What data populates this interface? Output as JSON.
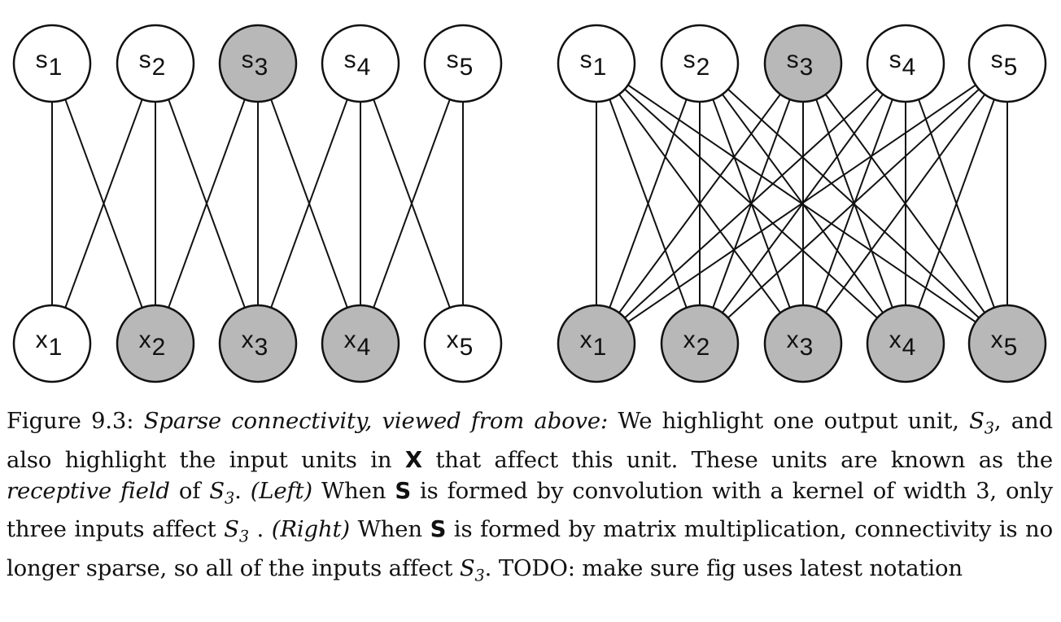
{
  "panels": [
    {
      "id": "left",
      "outputs": [
        "s",
        "s",
        "s",
        "s",
        "s"
      ],
      "inputs": [
        "x",
        "x",
        "x",
        "x",
        "x"
      ],
      "subscripts": [
        "1",
        "2",
        "3",
        "4",
        "5"
      ],
      "highlighted_outputs": [
        3
      ],
      "highlighted_inputs": [
        2,
        3,
        4
      ],
      "edges": [
        [
          1,
          1
        ],
        [
          1,
          2
        ],
        [
          2,
          1
        ],
        [
          2,
          2
        ],
        [
          2,
          3
        ],
        [
          3,
          2
        ],
        [
          3,
          3
        ],
        [
          3,
          4
        ],
        [
          4,
          3
        ],
        [
          4,
          4
        ],
        [
          4,
          5
        ],
        [
          5,
          4
        ],
        [
          5,
          5
        ]
      ]
    },
    {
      "id": "right",
      "outputs": [
        "s",
        "s",
        "s",
        "s",
        "s"
      ],
      "inputs": [
        "x",
        "x",
        "x",
        "x",
        "x"
      ],
      "subscripts": [
        "1",
        "2",
        "3",
        "4",
        "5"
      ],
      "highlighted_outputs": [
        3
      ],
      "highlighted_inputs": [
        1,
        2,
        3,
        4,
        5
      ],
      "edges": "all"
    }
  ],
  "colors": {
    "highlight_fill": "#b8b8b8",
    "plain_fill": "#ffffff",
    "stroke": "#111111"
  },
  "caption": {
    "fig_label": "Figure 9.3:",
    "title_italic": "Sparse connectivity, viewed from above:",
    "t1": " We highlight one output unit, ",
    "s3": "S",
    "sub3": "3",
    "t2": ", and also highlight the input units in ",
    "X": "X",
    "t3": " that affect this unit. These units are known as the ",
    "receptive": "receptive field",
    "t4": " of ",
    "t5": ". ",
    "left": "(Left)",
    "t6": " When ",
    "S": "S",
    "t7": " is formed by convolution with a kernel of width 3, only three inputs affect ",
    "t8": " . ",
    "right": "(Right)",
    "t9": " When ",
    "t10": " is formed by matrix multiplication, connectivity is no longer sparse, so all of the inputs affect ",
    "t11": ". TODO: make sure fig uses latest notation"
  }
}
